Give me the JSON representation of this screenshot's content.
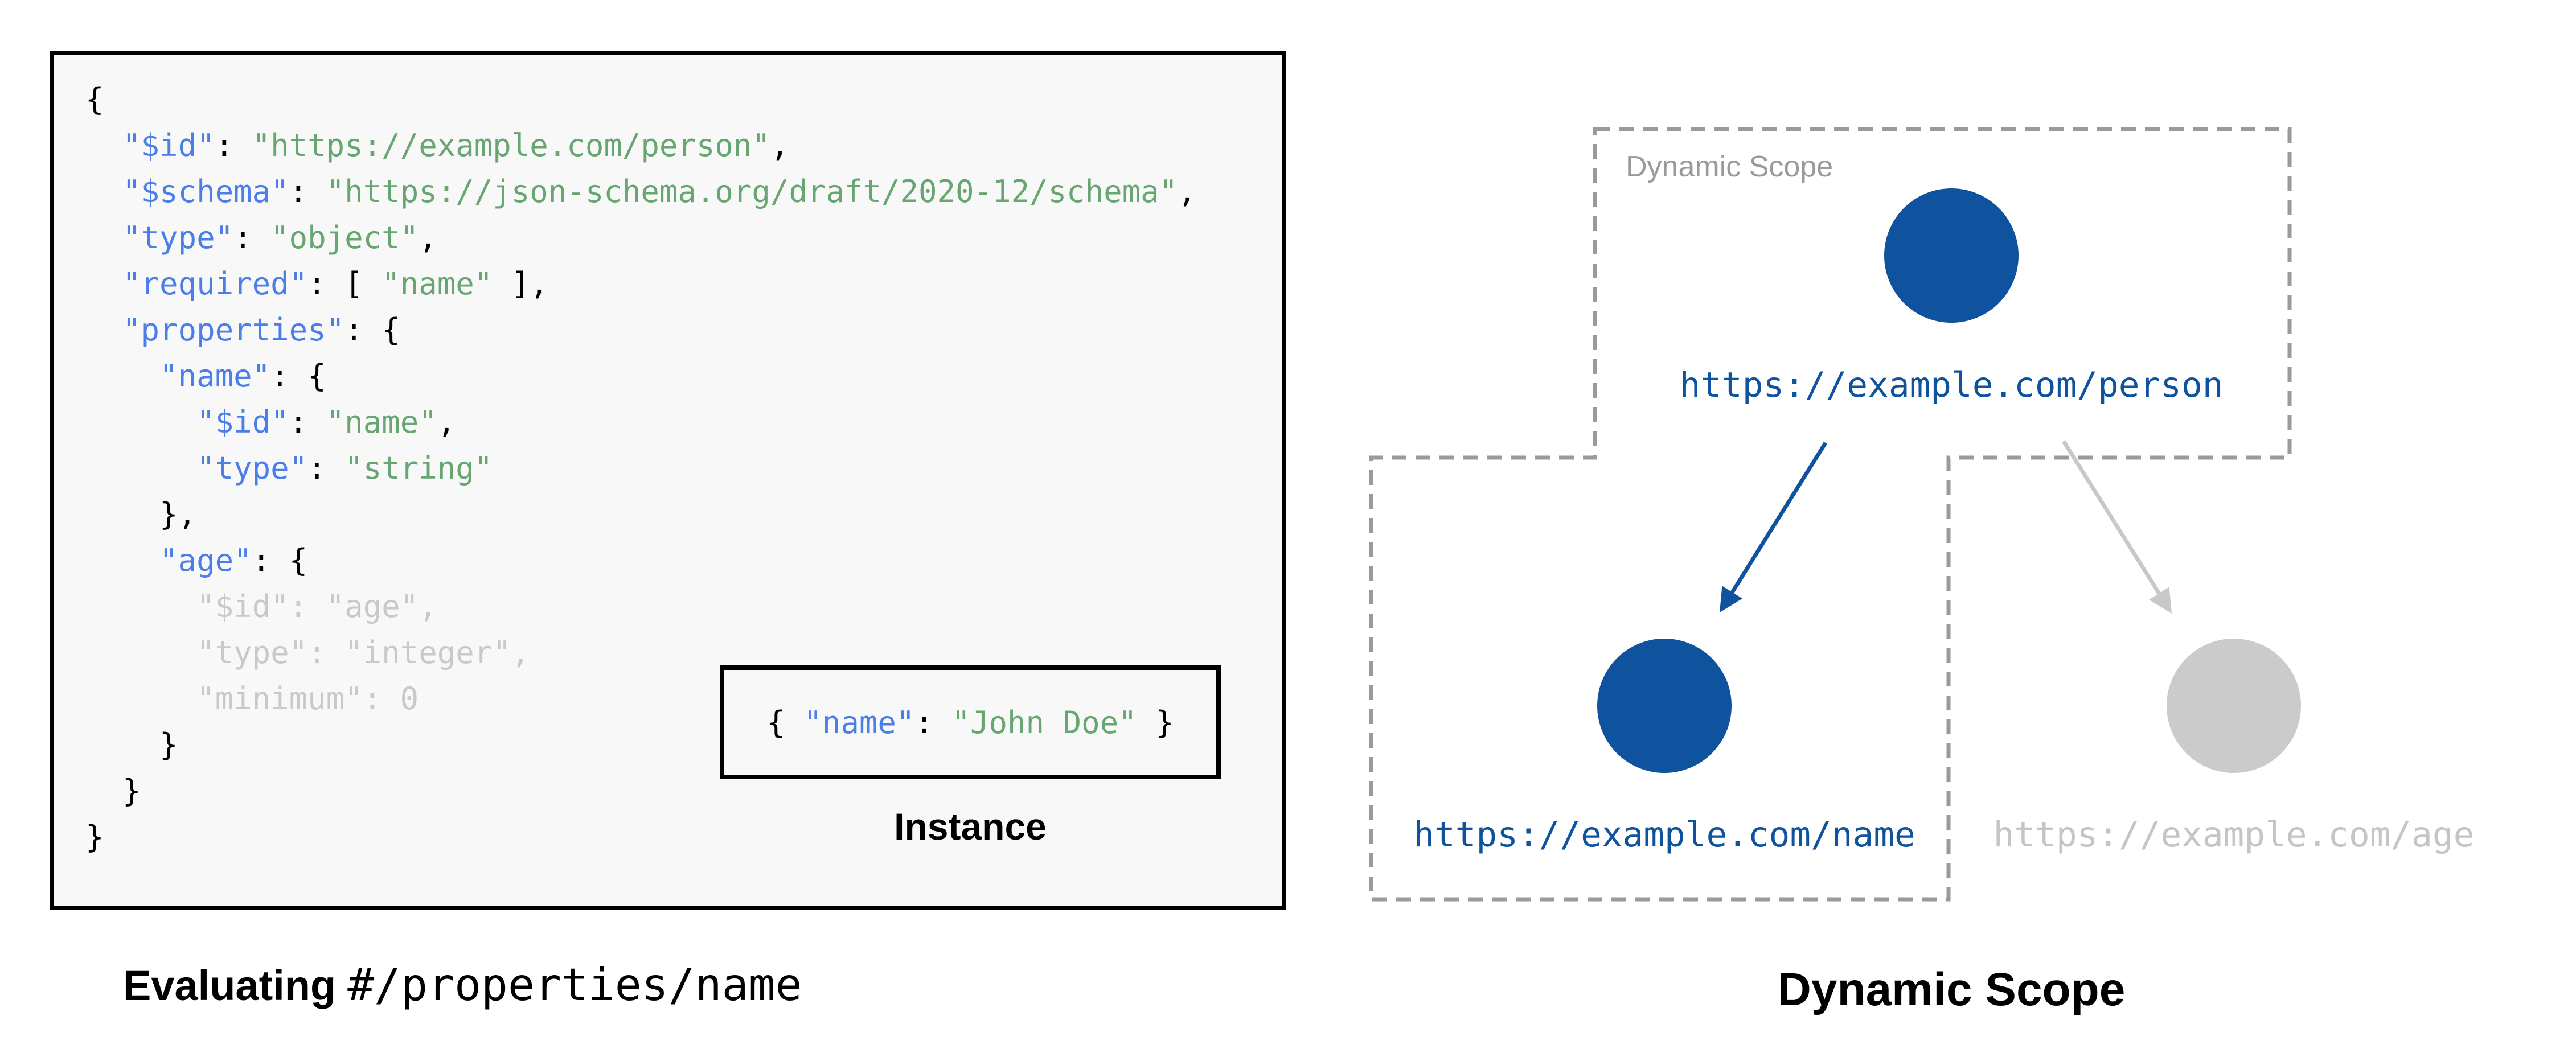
{
  "colors": {
    "page_bg": "#ffffff",
    "panel_bg": "#f8f8f8",
    "ink": "#000000",
    "punct": "#000000",
    "key_blue": "#4b7ee8",
    "string_green": "#68a671",
    "dim_gray": "#c9c9c9",
    "navy": "#0f529d",
    "gray_node": "#cbcbcb",
    "gray_text": "#c5c5c5",
    "scope_gray": "#9a9a9a",
    "arrow_gray": "#c8c8c8"
  },
  "left_panel": {
    "code_lines": [
      [
        {
          "t": "{",
          "c": "p"
        }
      ],
      [
        {
          "t": "  ",
          "c": "p"
        },
        {
          "t": "\"$id\"",
          "c": "k"
        },
        {
          "t": ": ",
          "c": "p"
        },
        {
          "t": "\"https://example.com/person\"",
          "c": "s"
        },
        {
          "t": ",",
          "c": "p"
        }
      ],
      [
        {
          "t": "  ",
          "c": "p"
        },
        {
          "t": "\"$schema\"",
          "c": "k"
        },
        {
          "t": ": ",
          "c": "p"
        },
        {
          "t": "\"https://json-schema.org/draft/2020-12/schema\"",
          "c": "s"
        },
        {
          "t": ",",
          "c": "p"
        }
      ],
      [
        {
          "t": "  ",
          "c": "p"
        },
        {
          "t": "\"type\"",
          "c": "k"
        },
        {
          "t": ": ",
          "c": "p"
        },
        {
          "t": "\"object\"",
          "c": "s"
        },
        {
          "t": ",",
          "c": "p"
        }
      ],
      [
        {
          "t": "  ",
          "c": "p"
        },
        {
          "t": "\"required\"",
          "c": "k"
        },
        {
          "t": ": [ ",
          "c": "p"
        },
        {
          "t": "\"name\"",
          "c": "s"
        },
        {
          "t": " ],",
          "c": "p"
        }
      ],
      [
        {
          "t": "  ",
          "c": "p"
        },
        {
          "t": "\"properties\"",
          "c": "k"
        },
        {
          "t": ": {",
          "c": "p"
        }
      ],
      [
        {
          "t": "    ",
          "c": "p"
        },
        {
          "t": "\"name\"",
          "c": "k"
        },
        {
          "t": ": {",
          "c": "p"
        }
      ],
      [
        {
          "t": "      ",
          "c": "p"
        },
        {
          "t": "\"$id\"",
          "c": "k"
        },
        {
          "t": ": ",
          "c": "p"
        },
        {
          "t": "\"name\"",
          "c": "s"
        },
        {
          "t": ",",
          "c": "p"
        }
      ],
      [
        {
          "t": "      ",
          "c": "p"
        },
        {
          "t": "\"type\"",
          "c": "k"
        },
        {
          "t": ": ",
          "c": "p"
        },
        {
          "t": "\"string\"",
          "c": "s"
        }
      ],
      [
        {
          "t": "    },",
          "c": "p"
        }
      ],
      [
        {
          "t": "    ",
          "c": "p"
        },
        {
          "t": "\"age\"",
          "c": "k"
        },
        {
          "t": ": {",
          "c": "p"
        }
      ],
      [
        {
          "t": "      \"$id\": \"age\",",
          "c": "d"
        }
      ],
      [
        {
          "t": "      \"type\": \"integer\",",
          "c": "d"
        }
      ],
      [
        {
          "t": "      \"minimum\": 0",
          "c": "d"
        }
      ],
      [
        {
          "t": "    }",
          "c": "p"
        }
      ],
      [
        {
          "t": "  }",
          "c": "p"
        }
      ],
      [
        {
          "t": "}",
          "c": "p"
        }
      ]
    ],
    "instance": {
      "segments": [
        {
          "t": "{ ",
          "c": "p"
        },
        {
          "t": "\"name\"",
          "c": "k"
        },
        {
          "t": ": ",
          "c": "p"
        },
        {
          "t": "\"John Doe\"",
          "c": "s"
        },
        {
          "t": " }",
          "c": "p"
        }
      ],
      "label": "Instance"
    },
    "caption": {
      "bold": "Evaluating",
      "mono": "#/properties/name"
    }
  },
  "right_panel": {
    "scope_label": "Dynamic Scope",
    "caption": "Dynamic Scope",
    "nodes": [
      {
        "id": "person",
        "url": "https://example.com/person",
        "state": "active"
      },
      {
        "id": "name",
        "url": "https://example.com/name",
        "state": "active"
      },
      {
        "id": "age",
        "url": "https://example.com/age",
        "state": "inactive"
      }
    ],
    "edges": [
      {
        "from": "person",
        "to": "name",
        "state": "active"
      },
      {
        "from": "person",
        "to": "age",
        "state": "inactive"
      }
    ]
  }
}
